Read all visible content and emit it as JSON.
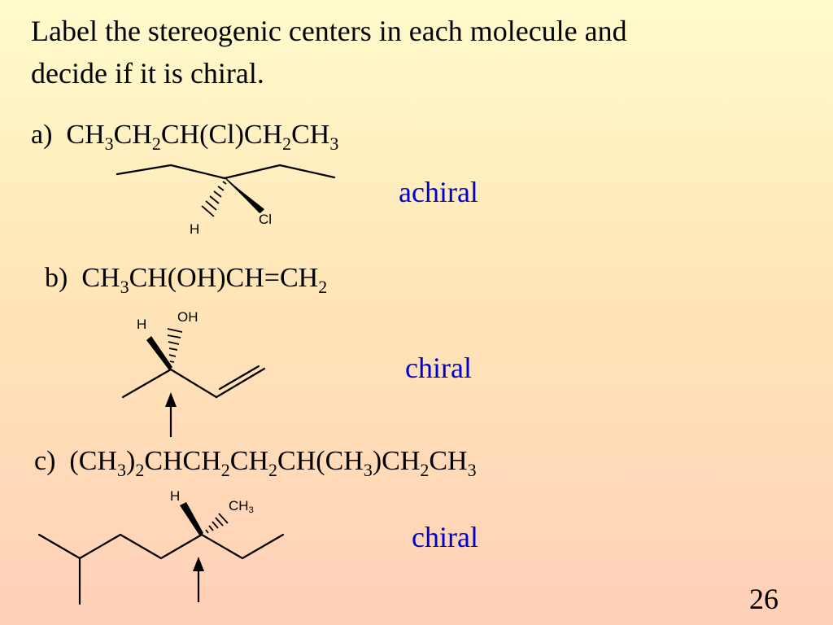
{
  "heading": {
    "line1": "Label the stereogenic centers in each molecule and",
    "line2": "decide if it is chiral."
  },
  "colors": {
    "verdict": "#0000CC",
    "text": "#000000"
  },
  "parts": [
    {
      "label": "a)",
      "formula": [
        [
          "CH",
          "3"
        ],
        [
          "CH",
          "2"
        ],
        [
          "CH(Cl)CH",
          "2"
        ],
        [
          "CH",
          "3"
        ]
      ],
      "atoms": {
        "h": "H",
        "sub": "Cl"
      },
      "verdict": "achiral"
    },
    {
      "label": "b)",
      "formula": [
        [
          "CH",
          "3"
        ],
        [
          "CH(OH)CH=CH",
          "2"
        ]
      ],
      "atoms": {
        "h": "H",
        "sub": "OH"
      },
      "verdict": "chiral"
    },
    {
      "label": "c)",
      "formula": [
        [
          "(CH",
          "3"
        ],
        [
          ")",
          "2"
        ],
        [
          "CHCH",
          "2"
        ],
        [
          "CH",
          "2"
        ],
        [
          "CH(CH",
          "3"
        ],
        [
          ")CH",
          "2"
        ],
        [
          "CH",
          "3"
        ]
      ],
      "atoms": {
        "h": "H",
        "sub_main": "CH",
        "sub_index": "3"
      },
      "verdict": "chiral"
    }
  ],
  "page_number": "26"
}
